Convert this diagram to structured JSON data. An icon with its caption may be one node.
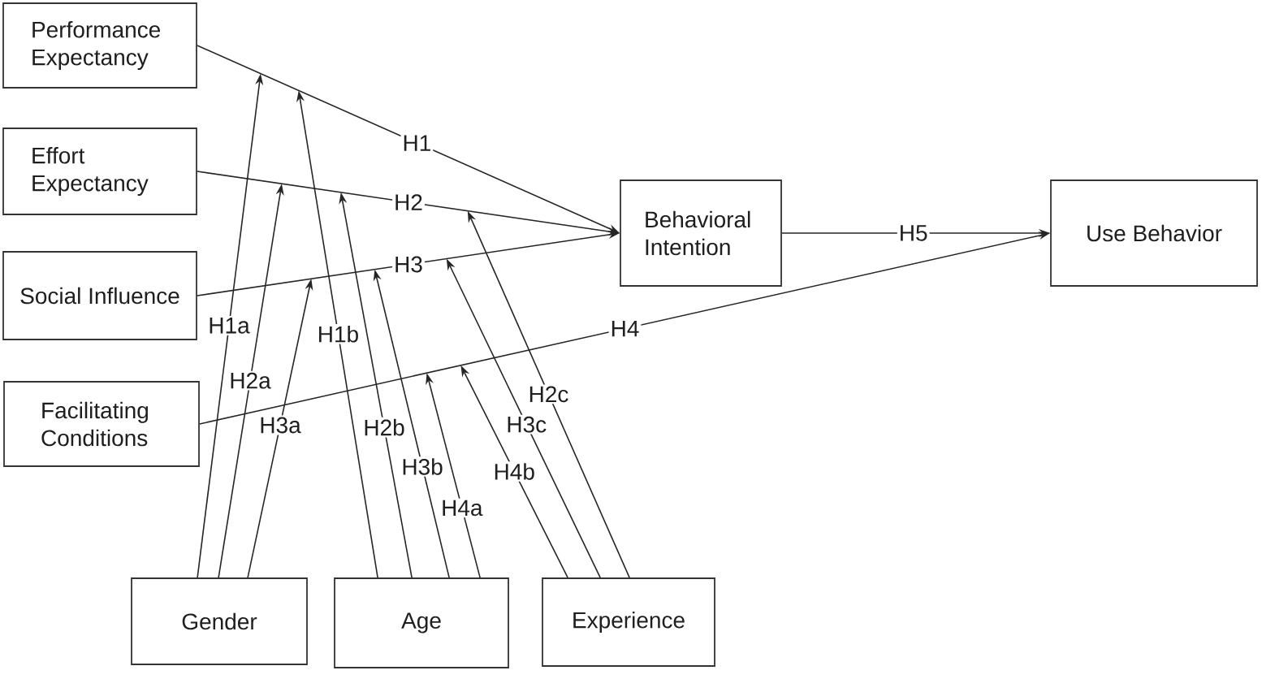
{
  "diagram": {
    "nodes": [
      {
        "text": [
          "Performance Expectancy"
        ]
      },
      {
        "text": [
          "Effort Expectancy"
        ]
      },
      {
        "text": [
          "Social Influence"
        ]
      },
      {
        "text": [
          "Facilitating Conditions"
        ]
      },
      {
        "text": [
          "Behavioral Intention"
        ]
      },
      {
        "text": [
          "Use Behavior"
        ]
      },
      {
        "text": [
          "Gender"
        ]
      },
      {
        "text": [
          "Age"
        ]
      },
      {
        "text": [
          "Experience"
        ]
      }
    ],
    "edges": [
      {
        "from": 0,
        "to": 4,
        "arrow": "to",
        "label": "H1"
      },
      {
        "from": 1,
        "to": 4,
        "arrow": "to",
        "label": "H2"
      },
      {
        "from": 2,
        "to": 4,
        "arrow": "to",
        "label": "H3"
      },
      {
        "from": 3,
        "to": 5,
        "arrow": "to",
        "label": "H4"
      },
      {
        "from": 4,
        "to": 5,
        "arrow": "to",
        "label": "H5"
      },
      {
        "from": 6,
        "to": null,
        "arrow": "to",
        "label": "H1a"
      },
      {
        "from": 6,
        "to": null,
        "arrow": "to",
        "label": "H2a"
      },
      {
        "from": 6,
        "to": null,
        "arrow": "to",
        "label": "H3a"
      },
      {
        "from": 7,
        "to": null,
        "arrow": "to",
        "label": "H1b"
      },
      {
        "from": 7,
        "to": null,
        "arrow": "to",
        "label": "H2b"
      },
      {
        "from": 7,
        "to": null,
        "arrow": "to",
        "label": "H3b"
      },
      {
        "from": 7,
        "to": null,
        "arrow": "to",
        "label": "H4a"
      },
      {
        "from": 8,
        "to": null,
        "arrow": "to",
        "label": "H2c"
      },
      {
        "from": 8,
        "to": null,
        "arrow": "to",
        "label": "H3c"
      },
      {
        "from": 8,
        "to": null,
        "arrow": "to",
        "label": "H4b"
      }
    ]
  }
}
